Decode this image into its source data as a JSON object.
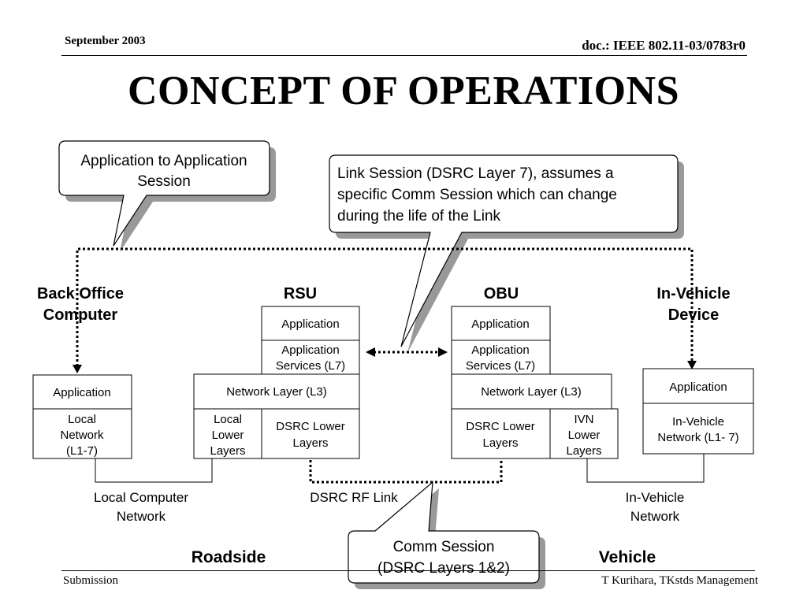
{
  "header": {
    "date": "September 2003",
    "doc": "doc.: IEEE 802.11-03/0783r0"
  },
  "title": "CONCEPT OF OPERATIONS",
  "footer": {
    "left": "Submission",
    "right": "T Kurihara, TKstds Management"
  },
  "callouts": {
    "app_session": [
      "Application to Application",
      "Session"
    ],
    "link_session": [
      "Link Session (DSRC Layer 7), assumes a",
      "specific Comm Session which can change",
      "during the life of the Link"
    ],
    "comm_session": [
      "Comm Session",
      "(DSRC Layers 1&2)"
    ]
  },
  "entities": {
    "back_office": [
      "Back Office",
      "Computer"
    ],
    "rsu": "RSU",
    "obu": "OBU",
    "in_vehicle": [
      "In-Vehicle",
      "Device"
    ]
  },
  "stacks": {
    "back_office": {
      "application": "Application",
      "local_network": [
        "Local",
        "Network",
        "(L1-7)"
      ]
    },
    "rsu": {
      "application": "Application",
      "app_services": [
        "Application",
        "Services (L7)"
      ],
      "network_layer": "Network Layer (L3)",
      "local_lower": [
        "Local",
        "Lower",
        "Layers"
      ],
      "dsrc_lower": [
        "DSRC Lower",
        "Layers"
      ]
    },
    "obu": {
      "application": "Application",
      "app_services": [
        "Application",
        "Services (L7)"
      ],
      "network_layer": "Network Layer (L3)",
      "dsrc_lower": [
        "DSRC Lower",
        "Layers"
      ],
      "ivn_lower": [
        "IVN",
        "Lower",
        "Layers"
      ]
    },
    "in_vehicle": {
      "application": "Application",
      "network": [
        "In-Vehicle",
        "Network (L1- 7)"
      ]
    }
  },
  "links": {
    "local_computer_network": [
      "Local Computer",
      "Network"
    ],
    "dsrc_rf_link": "DSRC RF Link",
    "in_vehicle_network": [
      "In-Vehicle",
      "Network"
    ]
  },
  "sides": {
    "roadside": "Roadside",
    "vehicle": "Vehicle"
  }
}
